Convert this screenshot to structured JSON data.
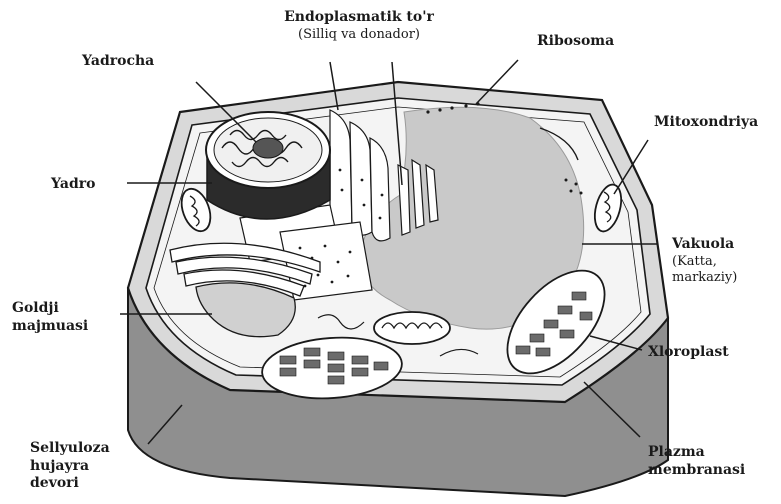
{
  "labels": {
    "endoplasmatik_title": "Endoplasmatik to'r",
    "endoplasmatik_sub": "(Silliq va donador)",
    "ribosoma": "Ribosoma",
    "yadrocha": "Yadrocha",
    "mitoxondriya": "Mitoxondriya",
    "yadro": "Yadro",
    "vakuola": "Vakuola",
    "vakuola_sub1": "(Katta,",
    "vakuola_sub2": "markaziy)",
    "goldji1": "Goldji",
    "goldji2": "majmuasi",
    "xloroplast": "Xloroplast",
    "devor1": "Sellyuloza",
    "devor2": "hujayra",
    "devor3": "devori",
    "plazma1": "Plazma",
    "plazma2": "membranasi"
  },
  "colors": {
    "outline": "#1a1a1a",
    "wall_top": "#d6d6d6",
    "wall_side": "#8f8f8f",
    "cytoplasm": "#f2f2f2",
    "vacuole": "#c9c9c9",
    "nucleus": "#2b2b2b"
  }
}
